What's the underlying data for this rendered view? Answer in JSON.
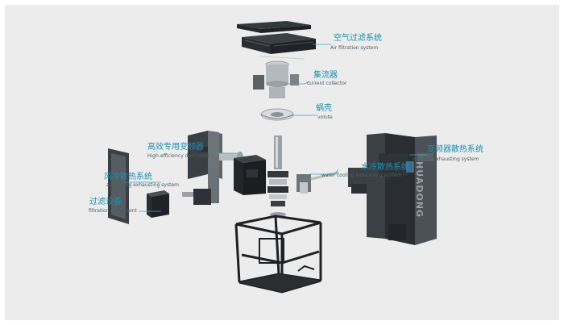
{
  "colors": {
    "background": "#ececec",
    "accent_text": "#1d8fb0",
    "leader_line": "#3aa7c6",
    "component_dark": "#2b2f33",
    "metal": "#aab1b6"
  },
  "labels": {
    "air_filtration": {
      "cn": "空气过滤系统",
      "en": "Air filtration system"
    },
    "current_collector": {
      "cn": "集流器",
      "en": "current collector"
    },
    "volute": {
      "cn": "蜗壳",
      "en": "volute"
    },
    "high_efficiency_motor": {
      "cn": "高效专用变频器",
      "en": "High-efficiency dedicated"
    },
    "air_cooling": {
      "cn": "风冷散热系统",
      "en": "air cooling exhausting system"
    },
    "filtration_equipment": {
      "cn": "过滤设备",
      "en": "filtration equipment"
    },
    "water_cooling": {
      "cn": "水冷散热系统",
      "en": "water cooling exhausting system"
    },
    "inverter_cooling": {
      "cn": "变频器散热系统",
      "en": "inverter exhausting system"
    }
  },
  "cabinet_brand": "HUADONG"
}
